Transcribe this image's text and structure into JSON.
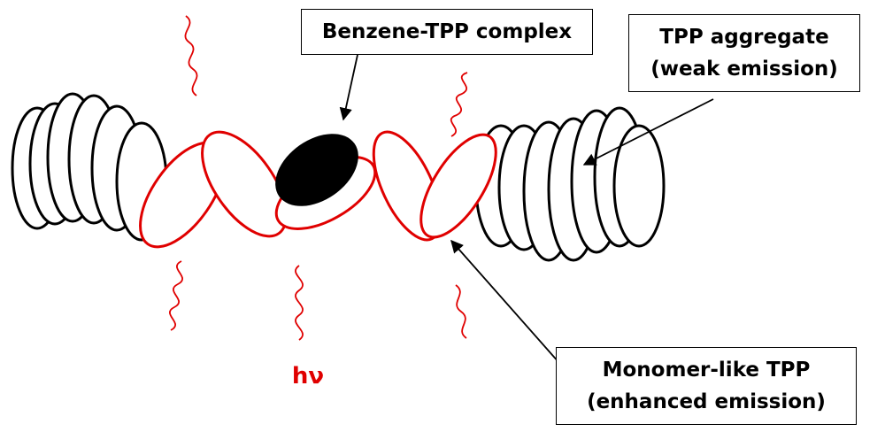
{
  "labels": {
    "benzene_complex": "Benzene-TPP complex",
    "aggregate_line1": "TPP aggregate",
    "aggregate_line2": "(weak emission)",
    "monomer_line1": "Monomer-like TPP",
    "monomer_line2": "(enhanced emission)",
    "photon": "hν"
  },
  "colors": {
    "aggregate_stroke": "#000000",
    "monomer_stroke": "#e00000",
    "complex_fill": "#000000",
    "emission_wave": "#e00000",
    "photon_text": "#e00000"
  }
}
